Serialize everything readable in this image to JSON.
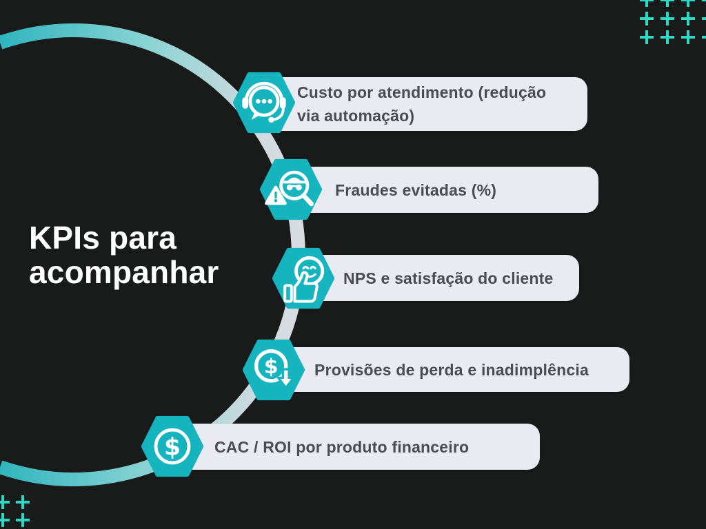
{
  "title": "KPIs para\nacompanhar",
  "items": [
    {
      "icon": "headset-chat-icon",
      "label": "Custo por atendimento (redução\nvia automação)"
    },
    {
      "icon": "fraud-detection-icon",
      "label": "Fraudes evitadas (%)"
    },
    {
      "icon": "thumbs-up-smiley-icon",
      "label": "NPS e satisfação do cliente"
    },
    {
      "icon": "dollar-decrease-icon",
      "label": "Provisões de perda e inadimplência"
    },
    {
      "icon": "dollar-coin-icon",
      "label": "CAC / ROI por produto financeiro"
    }
  ],
  "colors": {
    "background": "#191a1a",
    "hexagon_teal": "#16b4bf",
    "curve_teal_start": "#2fb5be",
    "curve_gray_end": "#d9dde3",
    "pill_background": "#e9eaf2",
    "label_text": "#4b4b53",
    "title_text": "#ffffff",
    "plus_accent": "#2bd9c4"
  }
}
